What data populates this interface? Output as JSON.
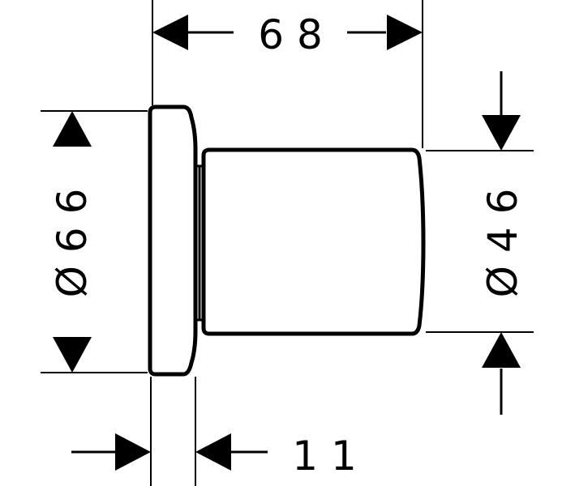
{
  "colors": {
    "line": "#000000",
    "background": "#ffffff"
  },
  "dimensions": {
    "width_overall": "6 8",
    "diameter_rosette": "Ø 6 6",
    "diameter_body": "Ø 4 6",
    "rosette_depth": "1 1"
  }
}
